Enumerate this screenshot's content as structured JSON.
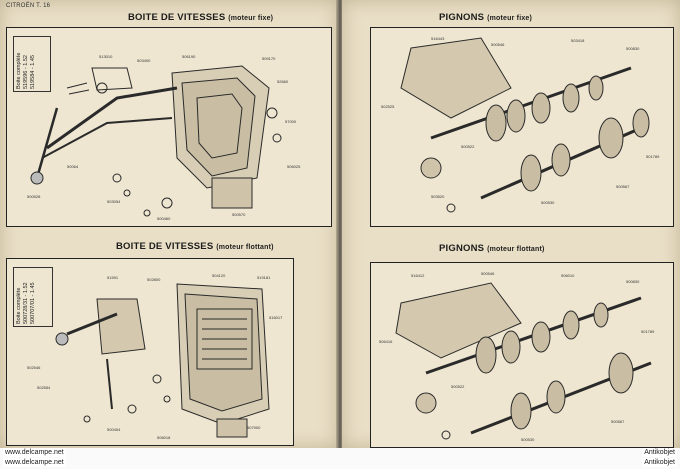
{
  "header": {
    "left_header": "CITROËN T. 16"
  },
  "sections": {
    "tl": {
      "title": "BOITE DE VITESSES",
      "subtitle": "(moteur fixe)",
      "label_box": [
        "Boite complète",
        "519596 - 1.52",
        "519584 - 1.45"
      ]
    },
    "tr": {
      "title": "PIGNONS",
      "subtitle": "(moteur fixe)"
    },
    "bl": {
      "title": "BOITE DE VITESSES",
      "subtitle": "(moteur flottant)",
      "label_box": [
        "Boite complète",
        "500728/31 - 1.52",
        "500707/01 - 1.45"
      ]
    },
    "br": {
      "title": "PIGNONS",
      "subtitle": "(moteur flottant)"
    }
  },
  "footer": {
    "left_line1": "www.delcampe.net",
    "left_line2": "www.delcampe.net",
    "right_line1": "Antikobjet",
    "right_line2": "Antikobjet"
  },
  "colors": {
    "paper": "#e9dfc6",
    "ink": "#222222",
    "background": "#6d6a63"
  }
}
